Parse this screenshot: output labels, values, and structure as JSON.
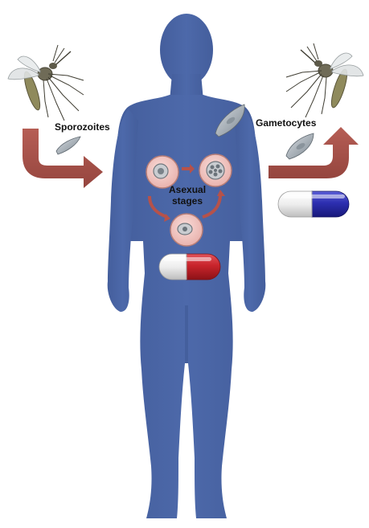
{
  "labels": {
    "sporozoites": "Sporozoites",
    "gametocytes": "Gametocytes",
    "asexual_line1": "Asexual",
    "asexual_line2": "stages"
  },
  "colors": {
    "body": "#4a65a5",
    "body_edge": "#3b5590",
    "arrow": "#a8524a",
    "capsule_red": "#c8242b",
    "capsule_blue": "#2d2fb0",
    "capsule_white": "#f2f2f2",
    "cell": "#f1c7c3",
    "cell_edge": "#b87e77",
    "parasite": "#9aa4ad",
    "mosquito": "#6d6a5a"
  },
  "icons": {
    "left_mosquito": "mosquito-icon",
    "right_mosquito": "mosquito-icon",
    "sporozoite": "sporozoite-icon",
    "gametocyte_inside": "gametocyte-icon",
    "gametocyte_outside": "gametocyte-icon",
    "asexual_pill": "red-white-capsule-icon",
    "transmission_pill": "blue-white-capsule-icon"
  }
}
